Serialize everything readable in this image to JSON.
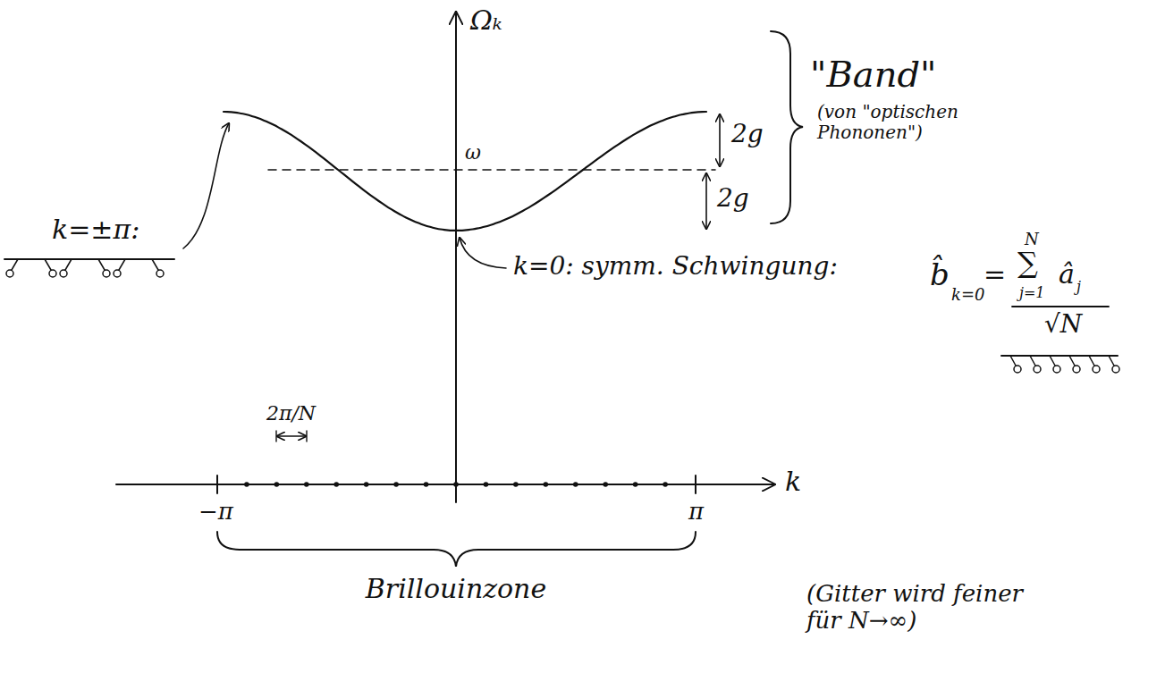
{
  "diagram": {
    "labels": [
      "Ωₖ",
      "ω",
      "2g",
      "2g",
      "\"Band\"",
      "(von \"optischen Phononen\")",
      "k=±π:",
      "k=0: symm. Schwingung:",
      "b̂",
      "k=0",
      "=",
      "N",
      "∑",
      "j=1",
      "â",
      "j",
      "√N",
      "2π/N",
      "k",
      "−π",
      "π",
      "Brillouinzone",
      "(Gitter wird feiner für N→∞)"
    ]
  }
}
